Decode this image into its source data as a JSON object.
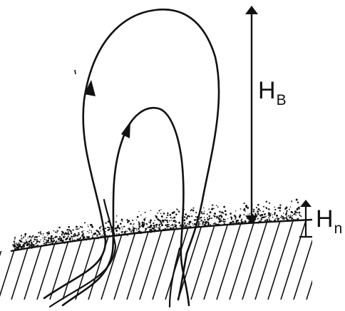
{
  "labels": {
    "hb": {
      "main": "H",
      "sub": "B"
    },
    "hn": {
      "main": "H",
      "sub": "n"
    }
  },
  "colors": {
    "ink": "#111111",
    "background": "#ffffff"
  }
}
